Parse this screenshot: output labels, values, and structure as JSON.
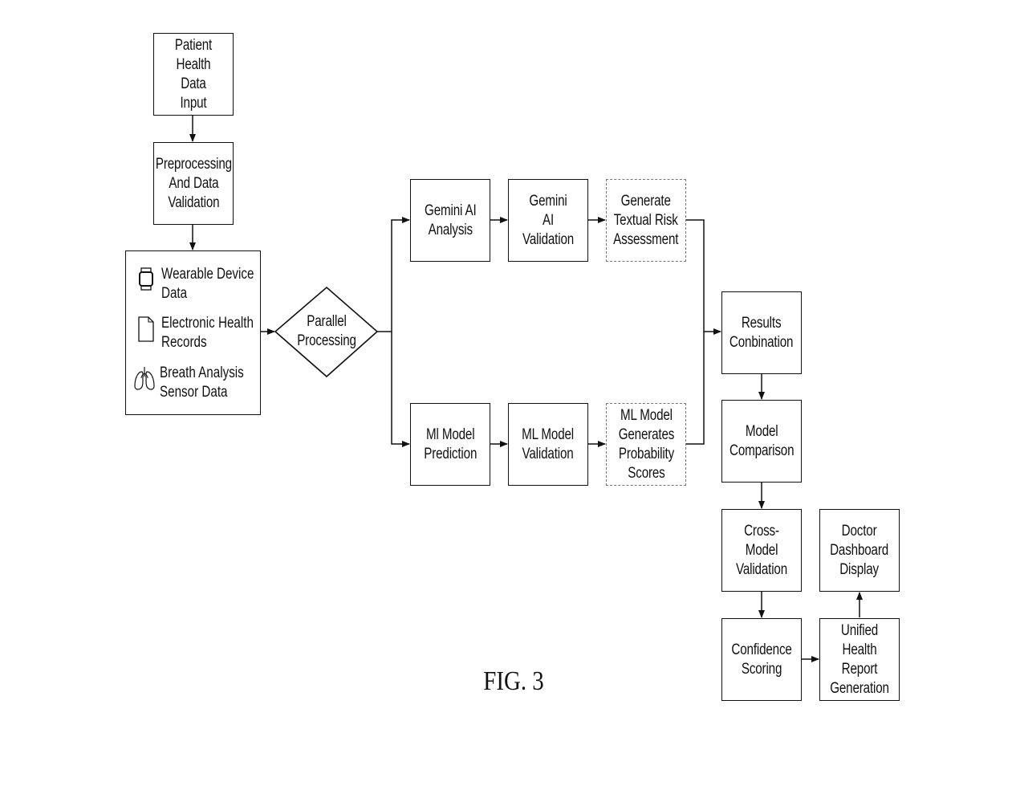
{
  "nodes": {
    "patient_input": "Patient\nHealth Data\nInput",
    "preprocessing": "Preprocessing\nAnd Data\nValidation",
    "sources": {
      "wearable": "Wearable Device\nData",
      "ehr": "Electronic Health\nRecords",
      "breath": "Breath Analysis\nSensor Data"
    },
    "parallel": "Parallel\nProcessing",
    "gemini_analysis": "Gemini AI\nAnalysis",
    "gemini_validation": "Gemini\nAI\nValidation",
    "textual_risk": "Generate\nTextual Risk\nAssessment",
    "ml_prediction": "Ml Model\nPrediction",
    "ml_validation": "ML Model\nValidation",
    "ml_scores": "ML Model\nGenerates\nProbability\nScores",
    "results_combination": "Results\nConbination",
    "model_comparison": "Model\nComparison",
    "cross_model": "Cross-Model\nValidation",
    "confidence": "Confidence\nScoring",
    "unified_report": "Unified\nHealth\nReport\nGeneration",
    "doctor_dashboard": "Doctor\nDashboard\nDisplay"
  },
  "icons": {
    "wearable": "smartwatch-icon",
    "ehr": "document-icon",
    "breath": "lungs-icon"
  },
  "figure_label": "FIG. 3"
}
